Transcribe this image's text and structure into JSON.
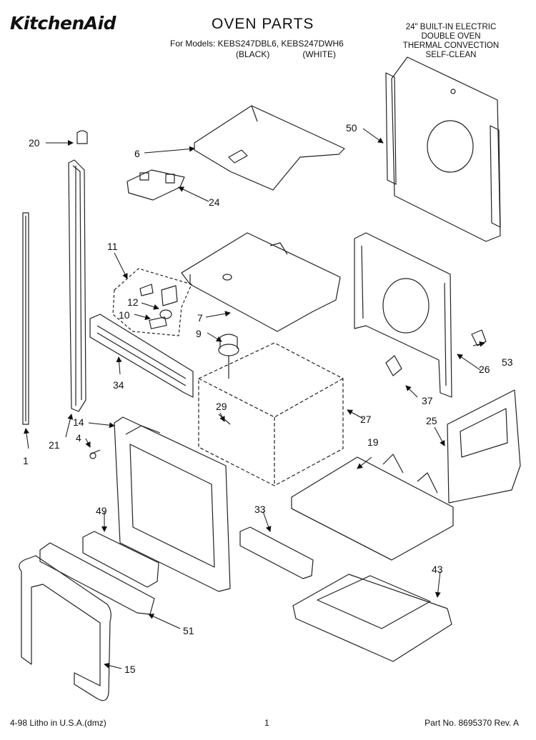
{
  "header": {
    "brand": "KitchenAid",
    "title": "OVEN PARTS",
    "models_line": "For Models: KEBS247DBL6, KEBS247DWH6",
    "variant_black": "(BLACK)",
    "variant_white": "(WHITE)",
    "description": [
      "24\" BUILT-IN ELECTRIC",
      "DOUBLE OVEN",
      "THERMAL CONVECTION",
      "SELF-CLEAN"
    ]
  },
  "parts": [
    {
      "key": "p1",
      "label": "1"
    },
    {
      "key": "p4",
      "label": "4"
    },
    {
      "key": "p6",
      "label": "6"
    },
    {
      "key": "p7",
      "label": "7"
    },
    {
      "key": "p9",
      "label": "9"
    },
    {
      "key": "p10",
      "label": "10"
    },
    {
      "key": "p11",
      "label": "11"
    },
    {
      "key": "p12",
      "label": "12"
    },
    {
      "key": "p14",
      "label": "14"
    },
    {
      "key": "p15",
      "label": "15"
    },
    {
      "key": "p19",
      "label": "19"
    },
    {
      "key": "p20",
      "label": "20"
    },
    {
      "key": "p21",
      "label": "21"
    },
    {
      "key": "p24",
      "label": "24"
    },
    {
      "key": "p25",
      "label": "25"
    },
    {
      "key": "p26",
      "label": "26"
    },
    {
      "key": "p27",
      "label": "27"
    },
    {
      "key": "p29",
      "label": "29"
    },
    {
      "key": "p33",
      "label": "33"
    },
    {
      "key": "p34",
      "label": "34"
    },
    {
      "key": "p37",
      "label": "37"
    },
    {
      "key": "p43",
      "label": "43"
    },
    {
      "key": "p49",
      "label": "49"
    },
    {
      "key": "p50",
      "label": "50"
    },
    {
      "key": "p51",
      "label": "51"
    },
    {
      "key": "p53",
      "label": "53"
    }
  ],
  "footer": {
    "left": "4-98 Litho in U.S.A.(dmz)",
    "page": "1",
    "right": "Part No. 8695370 Rev. A"
  }
}
